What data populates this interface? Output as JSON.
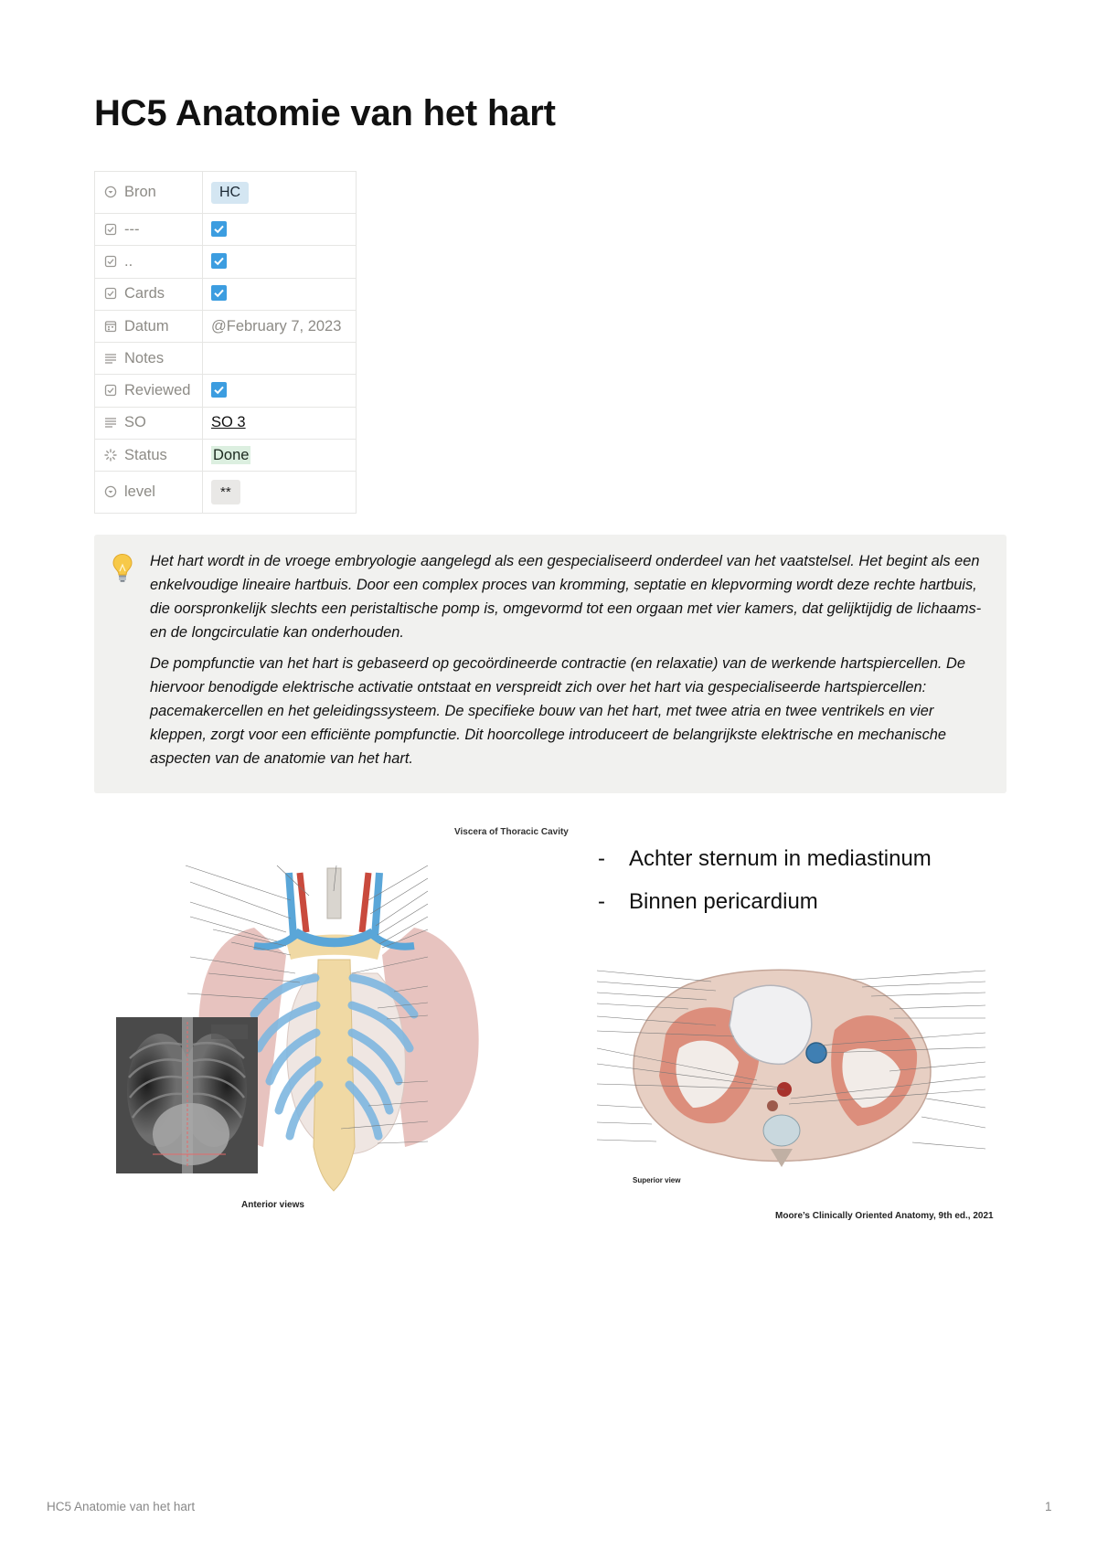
{
  "page": {
    "title": "HC5 Anatomie van het hart"
  },
  "properties": {
    "bron": {
      "key": "Bron",
      "value": "HC",
      "icon": "select-icon"
    },
    "dashes": {
      "key": "---",
      "checked": true,
      "icon": "checkbox-icon"
    },
    "dots": {
      "key": "..",
      "checked": true,
      "icon": "checkbox-icon"
    },
    "cards": {
      "key": "Cards",
      "checked": true,
      "icon": "checkbox-icon"
    },
    "datum": {
      "key": "Datum",
      "value": "@February 7, 2023",
      "icon": "calendar-icon"
    },
    "notes": {
      "key": "Notes",
      "value": "",
      "icon": "text-icon"
    },
    "reviewed": {
      "key": "Reviewed",
      "checked": true,
      "icon": "checkbox-icon"
    },
    "so": {
      "key": "SO",
      "value": "SO 3",
      "icon": "text-icon"
    },
    "status": {
      "key": "Status",
      "value": "Done",
      "icon": "status-icon"
    },
    "level": {
      "key": "level",
      "value": "**",
      "icon": "select-icon"
    }
  },
  "callout": {
    "icon": "lightbulb-icon",
    "paragraph1": "Het hart wordt in de vroege embryologie aangelegd als een gespecialiseerd onderdeel van het vaatstelsel. Het begint als een enkelvoudige lineaire hartbuis. Door een complex proces van kromming, septatie en klepvorming wordt deze rechte hartbuis, die oorspronkelijk slechts een peristaltische pomp is, omgevormd tot een orgaan met vier kamers, dat gelijktijdig de lichaams- en de longcirculatie kan onderhouden.",
    "paragraph2": "De pompfunctie van het hart is gebaseerd op gecoördineerde contractie (en relaxatie) van de werkende hartspiercellen. De hiervoor benodigde elektrische activatie ontstaat en verspreidt zich over het hart via gespecialiseerde hartspiercellen: pacemakercellen en het geleidingssysteem. De specifieke bouw van het hart, met twee atria en twee ventrikels en vier kleppen, zorgt voor een efficiënte pompfunctie. Dit hoorcollege introduceert de belangrijkste elektrische en mechanische aspecten van de anatomie van het hart."
  },
  "slide": {
    "figure_title": "Viscera of Thoracic Cavity",
    "bullets": [
      "Achter sternum in mediastinum",
      "Binnen pericardium"
    ],
    "left_caption": "Anterior views",
    "right_caption": "Superior view",
    "citation": "Moore’s Clinically Oriented Anatomy, 9th ed., 2021",
    "colors": {
      "vein_blue": "#5aa6d8",
      "artery_red": "#c94a3d",
      "lung_pink": "#e3b8b4",
      "bone": "#f0d9a4"
    }
  },
  "footer": {
    "left": "HC5 Anatomie van het hart",
    "page_number": "1"
  }
}
